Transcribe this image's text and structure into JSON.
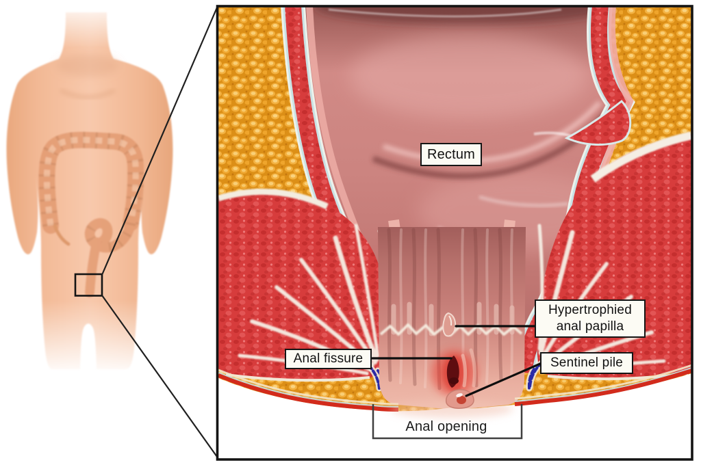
{
  "labels": {
    "rectum": "Rectum",
    "hypertrophied_line1": "Hypertrophied",
    "hypertrophied_line2": "anal papilla",
    "anal_fissure": "Anal fissure",
    "sentinel_pile": "Sentinel pile",
    "anal_opening": "Anal opening"
  },
  "colors": {
    "fat_tissue": "#DC8F17",
    "muscle_red": "#D73C3C",
    "rectum_mucosa": "#C98280",
    "anal_canal": "#E9AFA0",
    "fissure_dark": "#5E0D10",
    "inflammation": "#E6362A",
    "vessel_blue": "#2B2BA6",
    "body_skin": "#F4BE9E",
    "skin_rim_red": "#D22B1C",
    "label_background": "#FCFBF4",
    "label_border": "#151515",
    "frame_border": "#141414"
  }
}
